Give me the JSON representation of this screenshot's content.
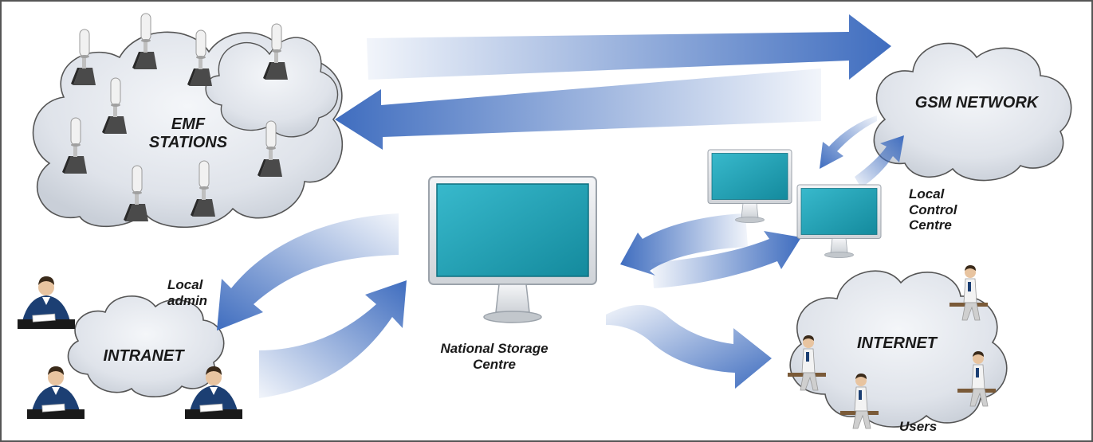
{
  "labels": {
    "emf_stations": "EMF\nSTATIONS",
    "gsm_network": "GSM NETWORK",
    "local_control_centre": "Local\nControl\nCentre",
    "national_storage_centre": "National Storage\nCentre",
    "local_admin": "Local\nadmin",
    "intranet": "INTRANET",
    "internet": "INTERNET",
    "users": "Users"
  },
  "colors": {
    "arrow": "#3f6dbf",
    "cloud_light": "#f4f6f9",
    "cloud_dark": "#c9cfd8",
    "screen": "#1ea3b8",
    "monitor_frame": "#e7e9ec",
    "person_suit": "#1c3f73"
  },
  "icons": {
    "emf_station": "emf-station-icon",
    "monitor": "monitor-icon",
    "admin": "admin-person-icon",
    "user": "seated-user-icon"
  }
}
